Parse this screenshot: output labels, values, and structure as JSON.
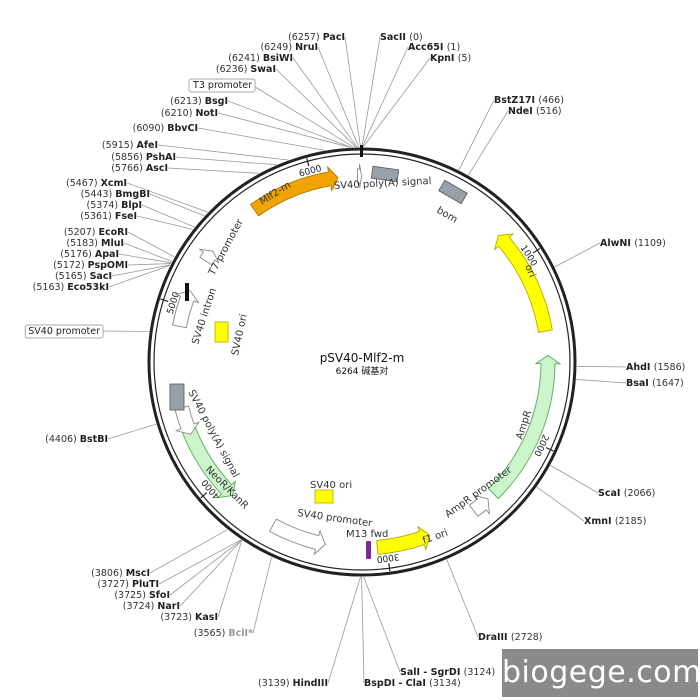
{
  "plasmid": {
    "name": "pSV40-Mlf2-m",
    "size_label": "6264 碱基对",
    "length": 6264
  },
  "colors": {
    "backbone": "#222222",
    "orange": "#f0a400",
    "yellow": "#ffff00",
    "yellow_stroke": "#b8a800",
    "green": "#ccf5cc",
    "green_stroke": "#55aa55",
    "gray": "#9aa0a8",
    "white_arrow": "#ffffff",
    "purple": "#7a2a9a",
    "leader": "#999999"
  },
  "ticks": [
    {
      "bp": 1000,
      "label": "1000"
    },
    {
      "bp": 2000,
      "label": "2000"
    },
    {
      "bp": 3000,
      "label": "3000"
    },
    {
      "bp": 4000,
      "label": "4000"
    },
    {
      "bp": 5000,
      "label": "5000"
    },
    {
      "bp": 6000,
      "label": "6000"
    }
  ],
  "enzymes": [
    {
      "name": "PacI",
      "pos": "(6257)",
      "bp": 6257,
      "side": "left"
    },
    {
      "name": "NruI",
      "pos": "(6249)",
      "bp": 6249,
      "side": "left"
    },
    {
      "name": "BsiWI",
      "pos": "(6241)",
      "bp": 6241,
      "side": "left"
    },
    {
      "name": "SwaI",
      "pos": "(6236)",
      "bp": 6236,
      "side": "left"
    },
    {
      "name": "T3 promoter",
      "pos": "",
      "bp": 6225,
      "side": "left",
      "boxed": true
    },
    {
      "name": "BsgI",
      "pos": "(6213)",
      "bp": 6213,
      "side": "left"
    },
    {
      "name": "NotI",
      "pos": "(6210)",
      "bp": 6210,
      "side": "left"
    },
    {
      "name": "BbvCI",
      "pos": "(6090)",
      "bp": 6090,
      "side": "left"
    },
    {
      "name": "AfeI",
      "pos": "(5915)",
      "bp": 5915,
      "side": "left"
    },
    {
      "name": "PshAI",
      "pos": "(5856)",
      "bp": 5856,
      "side": "left"
    },
    {
      "name": "AscI",
      "pos": "(5766)",
      "bp": 5766,
      "side": "left"
    },
    {
      "name": "XcmI",
      "pos": "(5467)",
      "bp": 5467,
      "side": "left"
    },
    {
      "name": "BmgBI",
      "pos": "(5443)",
      "bp": 5443,
      "side": "left"
    },
    {
      "name": "BlpI",
      "pos": "(5374)",
      "bp": 5374,
      "side": "left"
    },
    {
      "name": "FseI",
      "pos": "(5361)",
      "bp": 5361,
      "side": "left"
    },
    {
      "name": "EcoRI",
      "pos": "(5207)",
      "bp": 5207,
      "side": "left"
    },
    {
      "name": "MluI",
      "pos": "(5183)",
      "bp": 5183,
      "side": "left"
    },
    {
      "name": "ApaI",
      "pos": "(5176)",
      "bp": 5176,
      "side": "left"
    },
    {
      "name": "PspOMI",
      "pos": "(5172)",
      "bp": 5172,
      "side": "left"
    },
    {
      "name": "SacI",
      "pos": "(5165)",
      "bp": 5165,
      "side": "left"
    },
    {
      "name": "Eco53kI",
      "pos": "(5163)",
      "bp": 5163,
      "side": "left"
    },
    {
      "name": "SV40 promoter",
      "pos": "",
      "bp": 4840,
      "side": "left",
      "boxed": true
    },
    {
      "name": "BstBI",
      "pos": "(4406)",
      "bp": 4406,
      "side": "left"
    },
    {
      "name": "MscI",
      "pos": "(3806)",
      "bp": 3806,
      "side": "left"
    },
    {
      "name": "PluTI",
      "pos": "(3727)",
      "bp": 3727,
      "side": "left"
    },
    {
      "name": "SfoI",
      "pos": "(3725)",
      "bp": 3725,
      "side": "left"
    },
    {
      "name": "NarI",
      "pos": "(3724)",
      "bp": 3724,
      "side": "left"
    },
    {
      "name": "KasI",
      "pos": "(3723)",
      "bp": 3723,
      "side": "left"
    },
    {
      "name": "BclI*",
      "pos": "(3565)",
      "bp": 3565,
      "side": "left",
      "faded": true
    },
    {
      "name": "HindIII",
      "pos": "(3139)",
      "bp": 3139,
      "side": "left"
    },
    {
      "name": "SacII",
      "pos": "(0)",
      "bp": 0,
      "side": "right"
    },
    {
      "name": "Acc65I",
      "pos": "(1)",
      "bp": 1,
      "side": "right"
    },
    {
      "name": "KpnI",
      "pos": "(5)",
      "bp": 5,
      "side": "right"
    },
    {
      "name": "BstZ17I",
      "pos": "(466)",
      "bp": 466,
      "side": "right"
    },
    {
      "name": "NdeI",
      "pos": "(516)",
      "bp": 516,
      "side": "right"
    },
    {
      "name": "AlwNI",
      "pos": "(1109)",
      "bp": 1109,
      "side": "right"
    },
    {
      "name": "AhdI",
      "pos": "(1586)",
      "bp": 1586,
      "side": "right"
    },
    {
      "name": "BsaI",
      "pos": "(1647)",
      "bp": 1647,
      "side": "right"
    },
    {
      "name": "ScaI",
      "pos": "(2066)",
      "bp": 2066,
      "side": "right"
    },
    {
      "name": "XmnI",
      "pos": "(2185)",
      "bp": 2185,
      "side": "right"
    },
    {
      "name": "DraIII",
      "pos": "(2728)",
      "bp": 2728,
      "side": "right"
    },
    {
      "name": "SalI - SgrDI",
      "pos": "(3124)",
      "bp": 3124,
      "side": "right"
    },
    {
      "name": "BspDI - ClaI",
      "pos": "(3134)",
      "bp": 3134,
      "side": "right"
    }
  ],
  "features": [
    {
      "label": "Mlf2-m",
      "start": 5650,
      "end": 6135,
      "color": "orange",
      "dir": 1,
      "kind": "arrow",
      "label_color": "#333"
    },
    {
      "label": "ori",
      "start": 820,
      "end": 1400,
      "color": "yellow",
      "dir": -1,
      "kind": "arrow",
      "label_color": "#333"
    },
    {
      "label": "AmpR",
      "start": 1530,
      "end": 2350,
      "color": "green",
      "dir": -1,
      "kind": "arrow",
      "label_color": "#333"
    },
    {
      "label": "NeoR/KanR",
      "start": 3900,
      "end": 4330,
      "color": "green",
      "dir": -1,
      "kind": "arrow",
      "label_color": "#333"
    },
    {
      "label": "f1 ori",
      "start": 2760,
      "end": 3050,
      "color": "yellow",
      "dir": -1,
      "kind": "arrow",
      "label_color": "#333"
    },
    {
      "label": "",
      "start": 2390,
      "end": 2490,
      "color": "white_arrow",
      "dir": -1,
      "kind": "arrow"
    },
    {
      "label": "",
      "start": 3330,
      "end": 3630,
      "color": "white_arrow",
      "dir": -1,
      "kind": "arrow"
    },
    {
      "label": "",
      "start": 4890,
      "end": 5090,
      "color": "white_arrow",
      "dir": 1,
      "kind": "arrow"
    },
    {
      "label": "",
      "start": 5270,
      "end": 5335,
      "color": "white_arrow",
      "dir": 1,
      "kind": "arrow"
    },
    {
      "label": "",
      "start": 6240,
      "end": 6262,
      "color": "white_arrow",
      "dir": 1,
      "kind": "arrow"
    },
    {
      "label": "",
      "start": 4300,
      "end": 4450,
      "color": "white_arrow",
      "dir": -1,
      "kind": "arrow"
    }
  ],
  "labels": {
    "sv40_polya_top": "SV40 poly(A) signal",
    "bom": "bom",
    "ori": "ori",
    "ampr": "AmpR",
    "ampr_promoter": "AmpR promoter",
    "f1_ori": "f1 ori",
    "m13_fwd": "M13 fwd",
    "sv40_promoter_inner": "SV40 promoter",
    "sv40_ori_lower": "SV40 ori",
    "neor": "NeoR/KanR",
    "sv40_polya_left": "SV40 poly(A) signal",
    "sv40_intron": "SV40 intron",
    "sv40_ori_inner": "SV40 ori",
    "t7_promoter": "T7 promoter",
    "mlf2": "Mlf2-m"
  },
  "watermark": "biogege.com"
}
